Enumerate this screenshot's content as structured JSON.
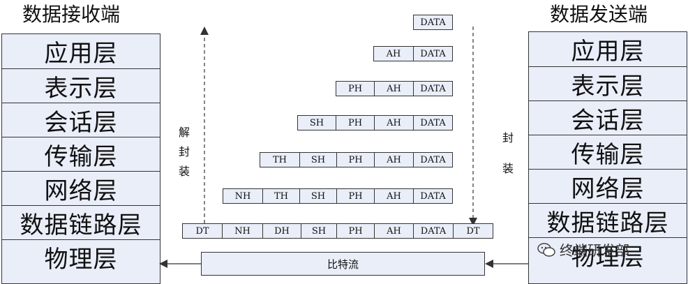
{
  "receiver": {
    "title": "数据接收端",
    "layers": [
      "应用层",
      "表示层",
      "会话层",
      "传输层",
      "网络层",
      "数据链路层",
      "物理层"
    ]
  },
  "sender": {
    "title": "数据发送端",
    "layers": [
      "应用层",
      "表示层",
      "会话层",
      "传输层",
      "网络层",
      "数据链路层",
      "物理层"
    ]
  },
  "labels": {
    "decap": [
      "解",
      "封",
      "装"
    ],
    "encap": [
      "封",
      "装"
    ],
    "bitstream": "比特流"
  },
  "headers": {
    "dt": "DT",
    "nh": "NH",
    "th": "TH",
    "sh": "SH",
    "ph": "PH",
    "ah": "AH",
    "data": "DATA",
    "dh": "DH"
  },
  "watermark": {
    "icon": "wechat-icon",
    "text": "终端研发部"
  }
}
